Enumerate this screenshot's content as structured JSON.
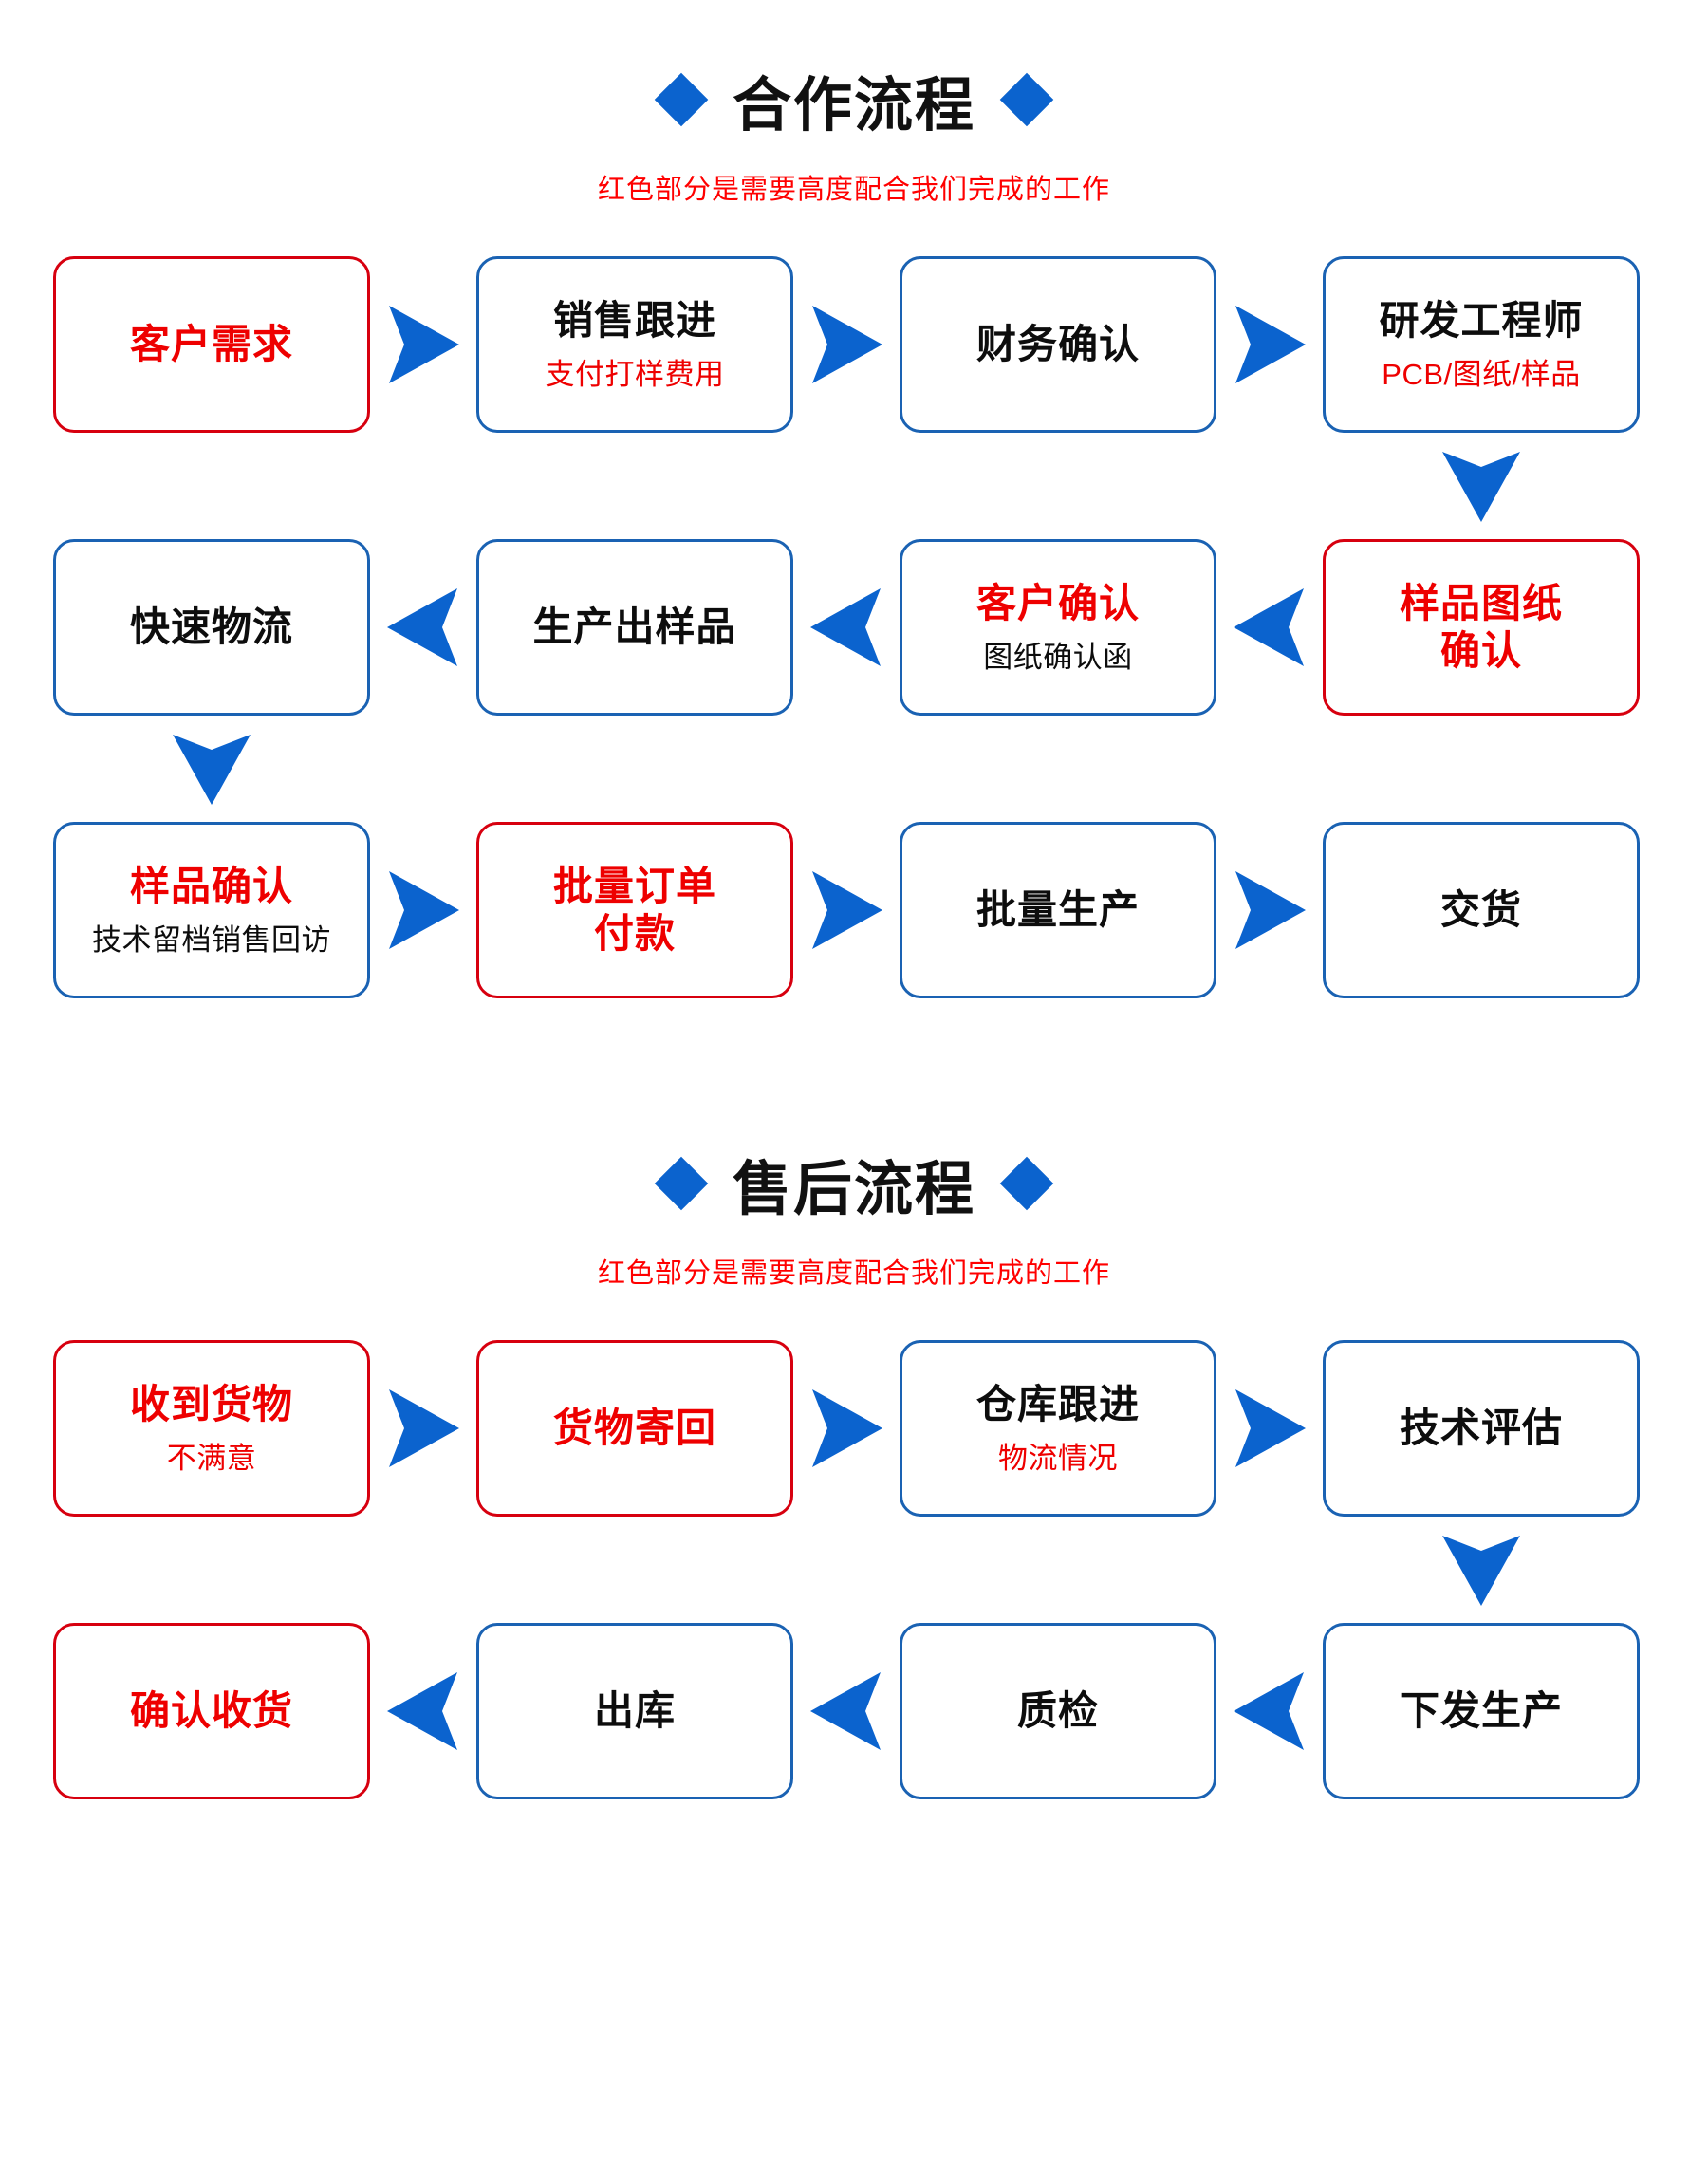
{
  "accent": {
    "blue": "#0B63CE",
    "box_blue": "#1A62B3",
    "red": "#EE0000",
    "box_red": "#D7000F",
    "text": "#0d0d0d"
  },
  "sections": [
    {
      "id": "cooperation",
      "title": "合作流程",
      "subtitle": "红色部分是需要高度配合我们完成的工作",
      "diamond_icon": "diamond-icon",
      "rows": [
        {
          "direction": "right",
          "nodes": [
            {
              "title": "客户需求",
              "title_color": "red",
              "sub": "",
              "sub_color": "black",
              "border": "red"
            },
            {
              "title": "销售跟进",
              "title_color": "black",
              "sub": "支付打样费用",
              "sub_color": "red",
              "border": "blue"
            },
            {
              "title": "财务确认",
              "title_color": "black",
              "sub": "",
              "sub_color": "black",
              "border": "blue"
            },
            {
              "title": "研发工程师",
              "title_color": "black",
              "sub": "PCB/图纸/样品",
              "sub_color": "red",
              "border": "blue"
            }
          ]
        },
        {
          "direction": "left",
          "nodes": [
            {
              "title": "快速物流",
              "title_color": "black",
              "sub": "",
              "sub_color": "black",
              "border": "blue"
            },
            {
              "title": "生产出样品",
              "title_color": "black",
              "sub": "",
              "sub_color": "black",
              "border": "blue"
            },
            {
              "title": "客户确认",
              "title_color": "red",
              "sub": "图纸确认函",
              "sub_color": "black",
              "border": "blue"
            },
            {
              "title": "样品图纸\n确认",
              "title_color": "red",
              "sub": "",
              "sub_color": "black",
              "border": "red"
            }
          ]
        },
        {
          "direction": "right",
          "nodes": [
            {
              "title": "样品确认",
              "title_color": "red",
              "sub": "技术留档销售回访",
              "sub_color": "black",
              "border": "blue"
            },
            {
              "title": "批量订单\n付款",
              "title_color": "red",
              "sub": "",
              "sub_color": "black",
              "border": "red"
            },
            {
              "title": "批量生产",
              "title_color": "black",
              "sub": "",
              "sub_color": "black",
              "border": "blue"
            },
            {
              "title": "交货",
              "title_color": "black",
              "sub": "",
              "sub_color": "black",
              "border": "blue"
            }
          ]
        }
      ],
      "connectors": [
        {
          "after_row": 0,
          "column": 3,
          "icon": "arrow-down-icon"
        },
        {
          "after_row": 1,
          "column": 0,
          "icon": "arrow-down-icon"
        }
      ]
    },
    {
      "id": "after-sales",
      "title": "售后流程",
      "subtitle": "红色部分是需要高度配合我们完成的工作",
      "diamond_icon": "diamond-icon",
      "rows": [
        {
          "direction": "right",
          "nodes": [
            {
              "title": "收到货物",
              "title_color": "red",
              "sub": "不满意",
              "sub_color": "red",
              "border": "red"
            },
            {
              "title": "货物寄回",
              "title_color": "red",
              "sub": "",
              "sub_color": "black",
              "border": "red"
            },
            {
              "title": "仓库跟进",
              "title_color": "black",
              "sub": "物流情况",
              "sub_color": "red",
              "border": "blue"
            },
            {
              "title": "技术评估",
              "title_color": "black",
              "sub": "",
              "sub_color": "black",
              "border": "blue"
            }
          ]
        },
        {
          "direction": "left",
          "nodes": [
            {
              "title": "确认收货",
              "title_color": "red",
              "sub": "",
              "sub_color": "black",
              "border": "red"
            },
            {
              "title": "出库",
              "title_color": "black",
              "sub": "",
              "sub_color": "black",
              "border": "blue"
            },
            {
              "title": "质检",
              "title_color": "black",
              "sub": "",
              "sub_color": "black",
              "border": "blue"
            },
            {
              "title": "下发生产",
              "title_color": "black",
              "sub": "",
              "sub_color": "black",
              "border": "blue"
            }
          ]
        }
      ],
      "connectors": [
        {
          "after_row": 0,
          "column": 3,
          "icon": "arrow-down-icon"
        }
      ]
    }
  ]
}
